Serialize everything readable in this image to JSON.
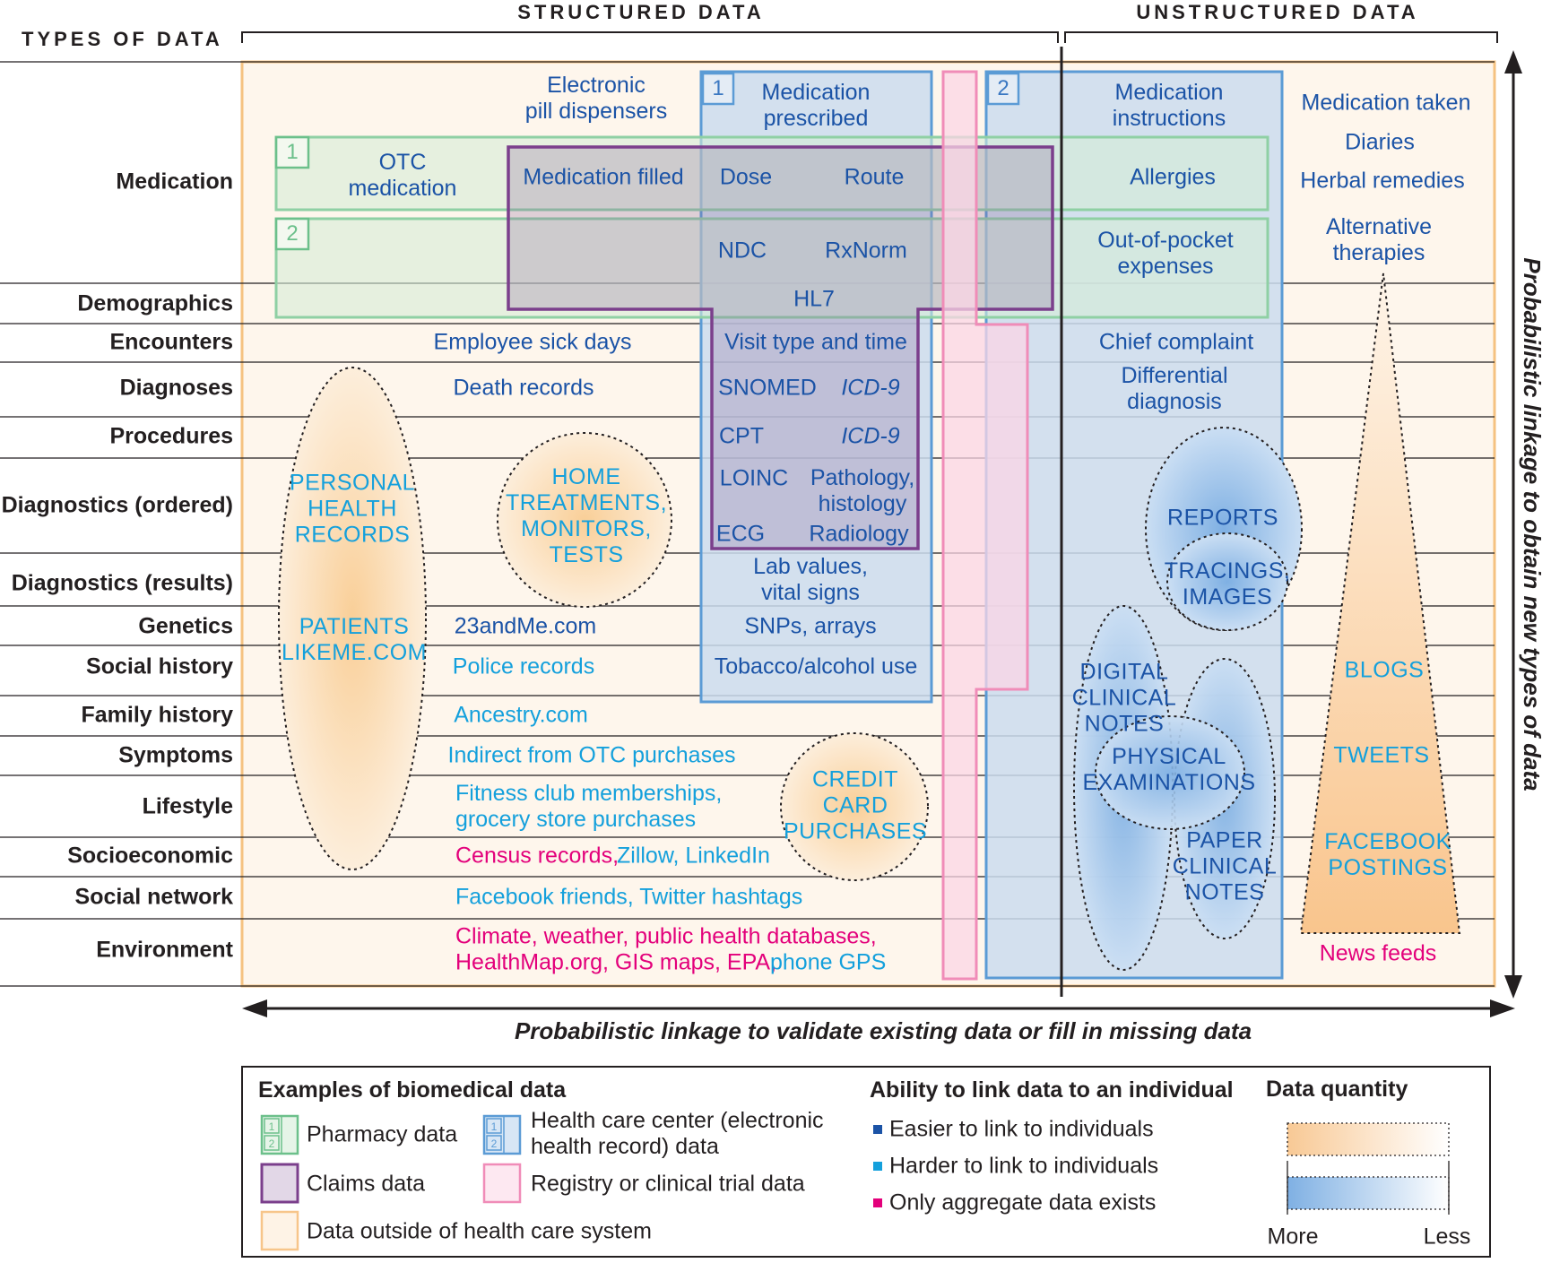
{
  "header": {
    "types_of_data": "TYPES OF DATA",
    "structured": "STRUCTURED DATA",
    "unstructured": "UNSTRUCTURED DATA"
  },
  "rows": [
    "Medication",
    "Demographics",
    "Encounters",
    "Diagnoses",
    "Procedures",
    "Diagnostics (ordered)",
    "Diagnostics (results)",
    "Genetics",
    "Social history",
    "Family history",
    "Symptoms",
    "Lifestyle",
    "Socioeconomic",
    "Social network",
    "Environment"
  ],
  "box_numbers": {
    "pharmacy_1": "1",
    "pharmacy_2": "2",
    "ehr_1": "1",
    "ehr_2": "2"
  },
  "cells": {
    "pill_dispensers": "Electronic\npill dispensers",
    "otc_medication": "OTC\nmedication",
    "medication_filled": "Medication filled",
    "medication_prescribed": "Medication\nprescribed",
    "dose": "Dose",
    "route": "Route",
    "ndc": "NDC",
    "rxnorm": "RxNorm",
    "hl7": "HL7",
    "medication_instructions": "Medication\ninstructions",
    "allergies": "Allergies",
    "out_of_pocket": "Out-of-pocket\nexpenses",
    "medication_taken": "Medication taken",
    "diaries": "Diaries",
    "herbal_remedies": "Herbal remedies",
    "alternative_therapies": "Alternative\ntherapies",
    "employee_sick_days": "Employee sick days",
    "visit_type_time": "Visit type and time",
    "chief_complaint": "Chief complaint",
    "death_records": "Death records",
    "snomed": "SNOMED",
    "icd9_diag": "ICD-9",
    "differential_diagnosis": "Differential\ndiagnosis",
    "cpt": "CPT",
    "icd9_proc": "ICD-9",
    "loinc": "LOINC",
    "pathology": "Pathology,\nhistology",
    "ecg": "ECG",
    "radiology": "Radiology",
    "personal_health_records": "PERSONAL\nHEALTH\nRECORDS",
    "home_treatments": "HOME\nTREATMENTS,\nMONITORS,\nTESTS",
    "reports": "REPORTS",
    "tracings_images": "TRACINGS,\nIMAGES",
    "lab_values": "Lab values,\nvital signs",
    "patientslikeme": "PATIENTS\nLIKEME.COM",
    "twentythree": "23andMe.com",
    "snps": "SNPs, arrays",
    "police_records": "Police records",
    "tobacco": "Tobacco/alcohol use",
    "digital_notes": "DIGITAL\nCLINICAL\nNOTES",
    "blogs": "BLOGS",
    "ancestry": "Ancestry.com",
    "indirect_otc": "Indirect from OTC purchases",
    "tweets": "TWEETS",
    "physical_exams": "PHYSICAL\nEXAMINATIONS",
    "fitness": "Fitness club memberships,\ngrocery store purchases",
    "credit_card": "CREDIT\nCARD\nPURCHASES",
    "census": "Census records,",
    "zillow": "Zillow, LinkedIn",
    "paper_notes": "PAPER\nCLINICAL\nNOTES",
    "facebook_postings": "FACEBOOK\nPOSTINGS",
    "facebook_friends": "Facebook friends, Twitter hashtags",
    "climate_line1": "Climate, weather, public health databases,",
    "climate_line2a": "HealthMap.org, GIS maps, EPA,",
    "climate_line2b": "phone GPS",
    "news_feeds": "News feeds"
  },
  "axes": {
    "vertical": "Probabilistic linkage to obtain new types of data",
    "horizontal": "Probabilistic linkage to validate existing data or fill in missing data"
  },
  "legend": {
    "examples_title": "Examples of biomedical data",
    "pharmacy": "Pharmacy data",
    "ehr": "Health care center (electronic\nhealth record) data",
    "claims": "Claims data",
    "registry": "Registry or clinical trial data",
    "outside": "Data outside of health care system",
    "ability_title": "Ability to link data to an individual",
    "easier": "Easier to link to individuals",
    "harder": "Harder to link to individuals",
    "aggregate": "Only aggregate data exists",
    "quantity_title": "Data quantity",
    "more": "More",
    "less": "Less"
  },
  "colors": {
    "easier": "#1b53a6",
    "harder": "#14a0dc",
    "aggregate": "#e3007b",
    "pharmacy": "#6cc08b",
    "claims": "#7b3f8c",
    "ehr": "#5b9bd5",
    "registry": "#f08cb8",
    "outside": "#f7c58a"
  }
}
